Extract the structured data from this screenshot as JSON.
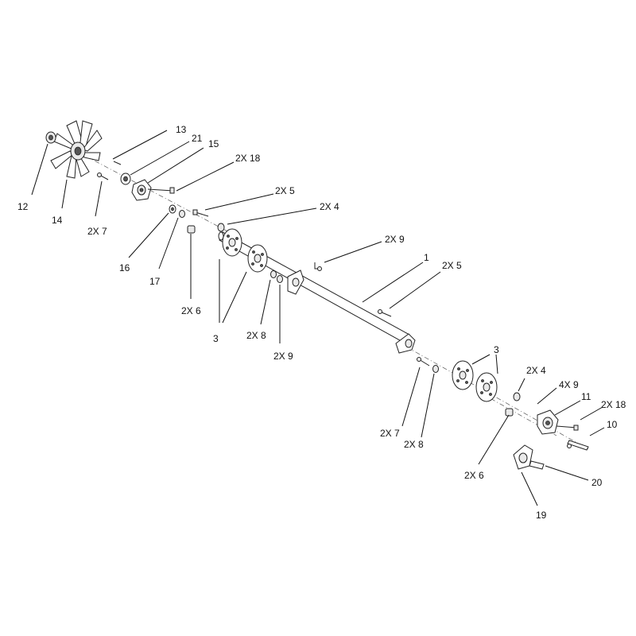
{
  "labels": {
    "l1": "1",
    "l3a": "3",
    "l3b": "3",
    "l10": "10",
    "l11": "11",
    "l12": "12",
    "l13": "13",
    "l14": "14",
    "l15": "15",
    "l16": "16",
    "l17": "17",
    "l19": "19",
    "l20": "20",
    "l21": "21",
    "l2x4a": "2X 4",
    "l2x4b": "2X 4",
    "l2x5a": "2X 5",
    "l2x5b": "2X 5",
    "l2x6a": "2X 6",
    "l2x6b": "2X 6",
    "l2x7a": "2X 7",
    "l2x7b": "2X 7",
    "l2x8a": "2X 8",
    "l2x8b": "2X 8",
    "l2x9a": "2X 9",
    "l2x9b": "2X 9",
    "l2x18a": "2X 18",
    "l2x18b": "2X 18",
    "l4x9": "4X 9"
  }
}
